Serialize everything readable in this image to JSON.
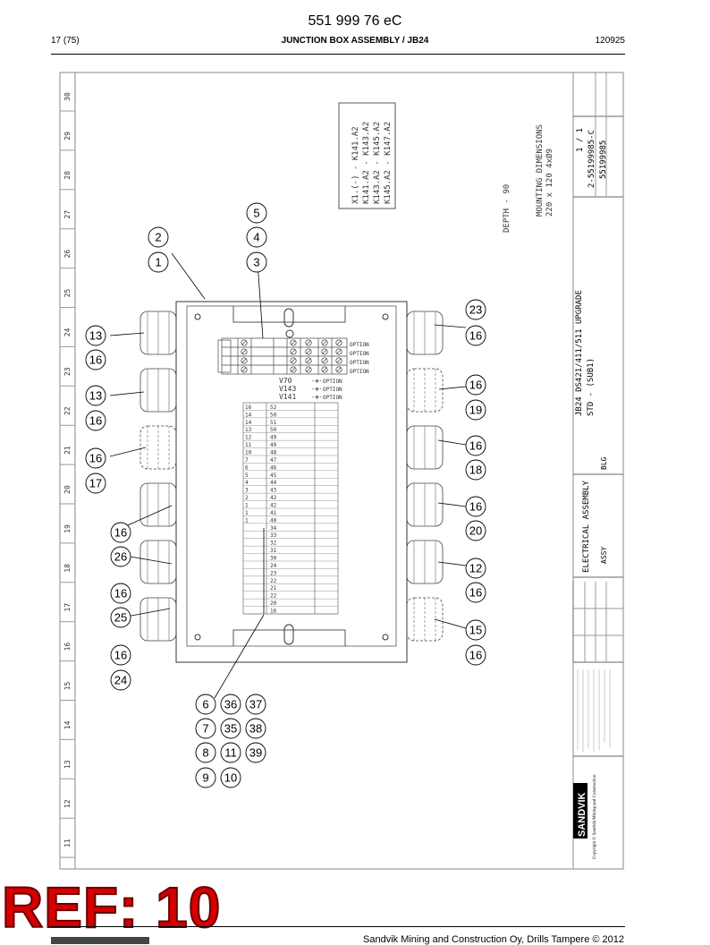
{
  "header": {
    "doc_number": "551 999 76 eC",
    "page": "17 (75)",
    "title": "JUNCTION BOX ASSEMBLY / JB24",
    "date_code": "120925"
  },
  "drawing": {
    "relay_note": [
      "X1.(-) - K141.A2",
      "K141.A2 - K143.A2",
      "K143.A2 - K145.A2",
      "K145.A2 - K147.A2"
    ],
    "depth": "DEPTH - 90",
    "mounting_title": "MOUNTING DIMENSIONS",
    "mounting_value": "220 x 120  4xØ9",
    "title_block": {
      "sheet": "1 / 1",
      "drawing_no": "2-55199985-C",
      "item_no": "55199985",
      "desc1": "JB24 DS421/411/511 UPGRADE",
      "desc2": "STD - (SUB1)",
      "desc3": "ELECTRICAL ASSEMBLY",
      "position": "BLG",
      "type": "ASSY",
      "brand": "SANDVIK",
      "copyright": "Copyright © Sandvik Mining and Construction"
    },
    "options": [
      "OPTION",
      "OPTION",
      "OPTION",
      "OPTION",
      "OPTION",
      "OPTION",
      "OPTION"
    ],
    "opt_labels": [
      "V70",
      "V143",
      "V141"
    ],
    "terminals": [
      "52",
      "50",
      "51",
      "50",
      "49",
      "49",
      "48",
      "47",
      "46",
      "45",
      "44",
      "43",
      "42",
      "42",
      "41",
      "40",
      "34",
      "33",
      "32",
      "31",
      "30",
      "24",
      "23",
      "22",
      "21",
      "22",
      "20",
      "16"
    ],
    "left_numbers": [
      "16",
      "14",
      "14",
      "13",
      "12",
      "11",
      "10",
      "7",
      "6",
      "5",
      "4",
      "3",
      "2",
      "1",
      "1",
      "1"
    ],
    "ruler": [
      "30",
      "29",
      "28",
      "27",
      "26",
      "25",
      "24",
      "23",
      "22",
      "21",
      "20",
      "19",
      "18",
      "17",
      "16",
      "15",
      "14",
      "13",
      "12",
      "11"
    ],
    "bubbles": [
      "5",
      "4",
      "2",
      "3",
      "1",
      "23",
      "13",
      "16",
      "16",
      "16",
      "13",
      "19",
      "16",
      "16",
      "16",
      "18",
      "17",
      "16",
      "16",
      "20",
      "26",
      "12",
      "16",
      "16",
      "25",
      "15",
      "16",
      "16",
      "24",
      "6",
      "36",
      "37",
      "7",
      "35",
      "38",
      "8",
      "11",
      "39",
      "9",
      "10"
    ]
  },
  "footer": {
    "ref": "REF: 10",
    "company": "Sandvik Mining and Construction Oy, Drills Tampere © 2012"
  }
}
